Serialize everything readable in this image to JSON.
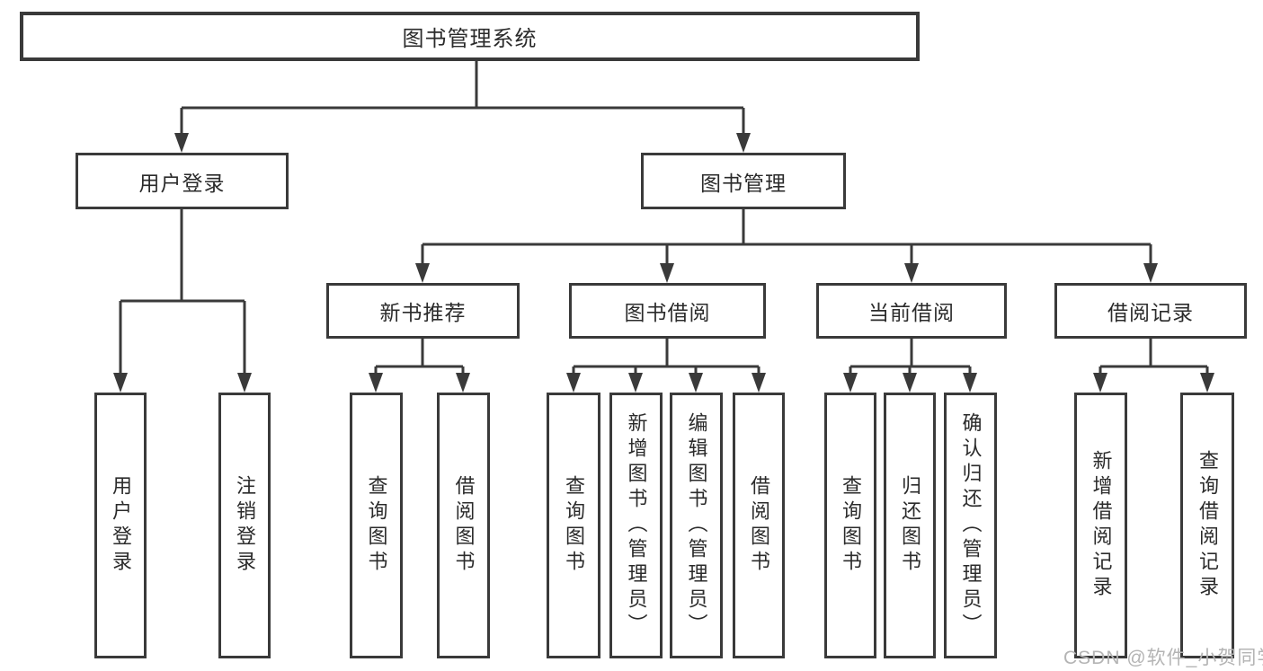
{
  "diagram": {
    "title": "图书管理系统",
    "branches": [
      {
        "label": "用户登录",
        "children": [
          {
            "label": "用户登录"
          },
          {
            "label": "注销登录"
          }
        ]
      },
      {
        "label": "图书管理",
        "children": [
          {
            "label": "新书推荐",
            "children": [
              {
                "label": "查询图书"
              },
              {
                "label": "借阅图书"
              }
            ]
          },
          {
            "label": "图书借阅",
            "children": [
              {
                "label": "查询图书"
              },
              {
                "label": "新增图书（管理员）"
              },
              {
                "label": "编辑图书（管理员）"
              },
              {
                "label": "借阅图书"
              }
            ]
          },
          {
            "label": "当前借阅",
            "children": [
              {
                "label": "查询图书"
              },
              {
                "label": "归还图书"
              },
              {
                "label": "确认归还（管理员）"
              }
            ]
          },
          {
            "label": "借阅记录",
            "children": [
              {
                "label": "新增借阅记录"
              },
              {
                "label": "查询借阅记录"
              }
            ]
          }
        ]
      }
    ],
    "watermark": "CSDN @软件_小贺同学",
    "colors": {
      "line": "#3a3a3a",
      "text": "#2b2b2b",
      "background": "#ffffff",
      "watermark": "#b4b4b4"
    }
  }
}
